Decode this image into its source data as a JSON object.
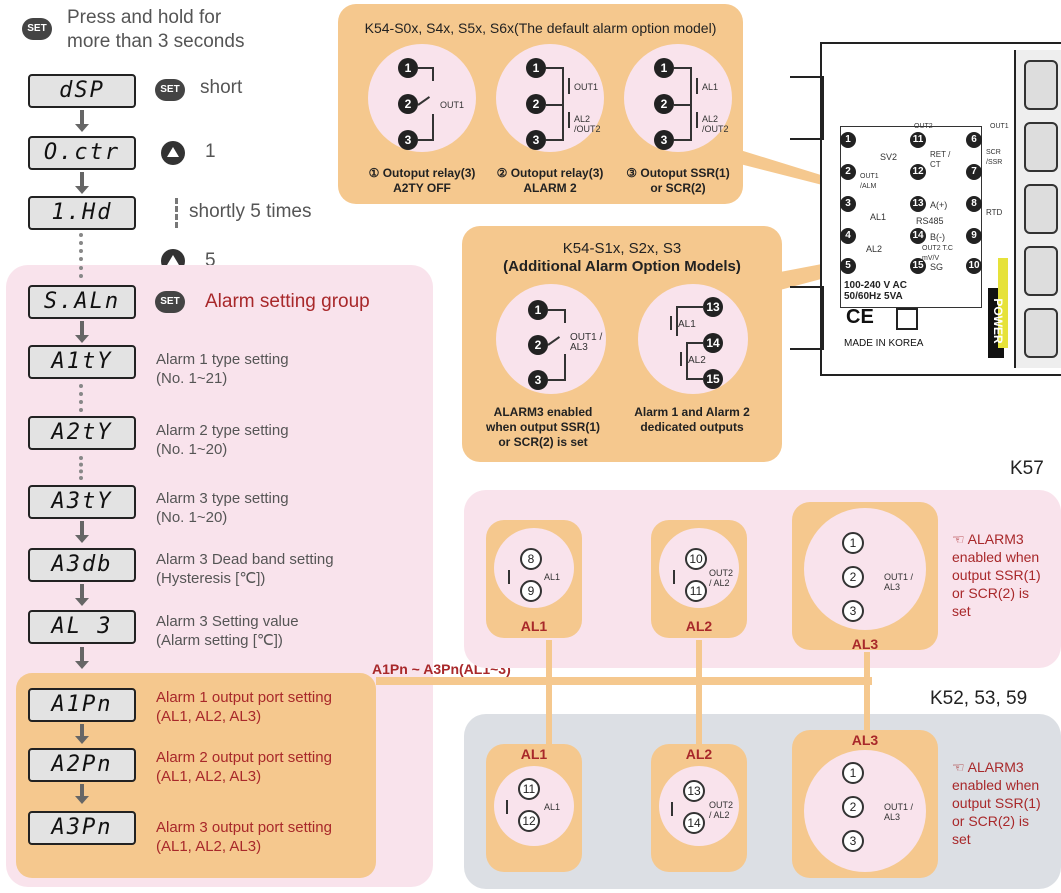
{
  "top": {
    "set_badge": "SET",
    "instruction_line1": "Press and hold for",
    "instruction_line2": "more than 3 seconds"
  },
  "flow": [
    {
      "display": "dSP",
      "label": "short",
      "button": "SET"
    },
    {
      "display": "O.ctr",
      "label": "1",
      "button": "up"
    },
    {
      "display": "1.Hd",
      "label": "shortly 5 times",
      "button": ""
    },
    {
      "display": "",
      "label": "5",
      "button": "up"
    }
  ],
  "alarm_group": {
    "title": "Alarm setting group",
    "badge": "SET",
    "header_display": "S.ALn",
    "items": [
      {
        "display": "A1tY",
        "line1": "Alarm 1 type setting",
        "line2": "(No. 1~21)"
      },
      {
        "display": "A2tY",
        "line1": "Alarm 2 type setting",
        "line2": "(No. 1~20)"
      },
      {
        "display": "A3tY",
        "line1": "Alarm 3 type setting",
        "line2": "(No. 1~20)"
      },
      {
        "display": "A3db",
        "line1": "Alarm 3 Dead band setting",
        "line2": "(Hysteresis [℃])"
      },
      {
        "display": "AL 3",
        "line1": "Alarm 3 Setting value",
        "line2": "(Alarm setting [℃])"
      },
      {
        "display": "A1Pn",
        "line1": "Alarm 1 output port setting",
        "line2": "(AL1, AL2, AL3)"
      },
      {
        "display": "A2Pn",
        "line1": "Alarm 2 output port setting",
        "line2": "(AL1, AL2, AL3)"
      },
      {
        "display": "A3Pn",
        "line1": "Alarm 3 output port setting",
        "line2": "(AL1, AL2, AL3)"
      }
    ]
  },
  "link_label": "A1Pn ~ A3Pn(AL1~3)",
  "default_models": {
    "title": "K54-S0x, S4x, S5x, S6x(The default alarm option model)",
    "captions": [
      {
        "l1": "① Outoput relay(3)",
        "l2": "A2TY OFF"
      },
      {
        "l1": "② Outoput relay(3)",
        "l2": "ALARM 2"
      },
      {
        "l1": "③ Outoput SSR(1)",
        "l2": "or SCR(2)"
      }
    ],
    "labels": [
      "OUT1",
      "OUT1",
      "AL2 /OUT2",
      "AL1",
      "AL2 /OUT2"
    ]
  },
  "additional_models": {
    "title1": "K54-S1x, S2x, S3",
    "title2": "(Additional Alarm Option Models)",
    "caption1": [
      "ALARM3 enabled",
      "when output SSR(1)",
      "or SCR(2) is set"
    ],
    "caption2": [
      "Alarm 1 and Alarm 2",
      "dedicated outputs"
    ],
    "labels": [
      "OUT1 / AL3",
      "AL1",
      "AL2"
    ]
  },
  "device": {
    "terminals": [
      "SV2",
      "OUT1 /ALM",
      "AL1",
      "AL2",
      "OUT2",
      "RET / CT",
      "A(+)",
      "RS485",
      "B(-)",
      "SG",
      "OUT2 T.C mV/V",
      "OUT1",
      "SCR /SSR",
      "RTD"
    ],
    "power_spec1": "100-240 V AC",
    "power_spec2": "50/60Hz 5VA",
    "ce": "CE",
    "made_in": "MADE IN KOREA",
    "power_label": "POWER"
  },
  "k57": {
    "title": "K57",
    "names": [
      "AL1",
      "AL2",
      "AL3"
    ],
    "terms": [
      [
        "8",
        "9"
      ],
      [
        "10",
        "11"
      ],
      [
        "1",
        "2",
        "3"
      ]
    ],
    "note": [
      "☜ ALARM3",
      "enabled when",
      "output SSR(1)",
      "or SCR(2) is",
      "set"
    ]
  },
  "k52": {
    "title": "K52, 53, 59",
    "names": [
      "AL1",
      "AL2",
      "AL3"
    ],
    "terms": [
      [
        "11",
        "12"
      ],
      [
        "13",
        "14"
      ],
      [
        "1",
        "2",
        "3"
      ]
    ],
    "note": [
      "☜ ALARM3",
      "enabled when",
      "output SSR(1)",
      "or SCR(2) is",
      "set"
    ]
  },
  "colors": {
    "accent_red": "#a8282a",
    "orange": "#f5c88e",
    "pink": "#f9e3ec",
    "grey": "#dcdfe4"
  }
}
